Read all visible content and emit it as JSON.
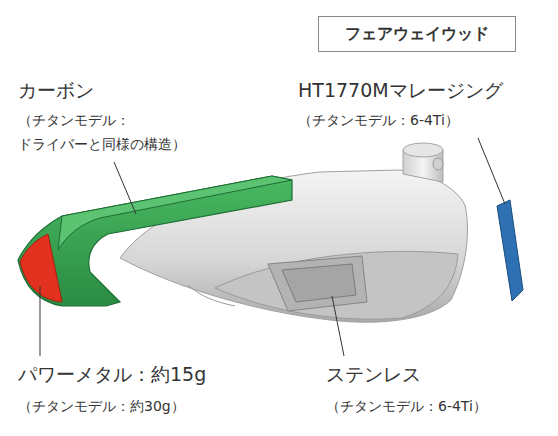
{
  "diagram": {
    "nodes": [
      {
        "text": [
          "フェアウェイウッド"
        ]
      }
    ],
    "labels": [
      "カーボン",
      "（チタンモデル： ドライバーと同様の構造）",
      "HT1770Mマレージング",
      "（チタンモデル：6-4Ti）",
      "パワーメタル：約15g",
      "（チタンモデル：約30g）",
      "ステンレス",
      "（チタンモデル：6-4Ti）"
    ]
  }
}
